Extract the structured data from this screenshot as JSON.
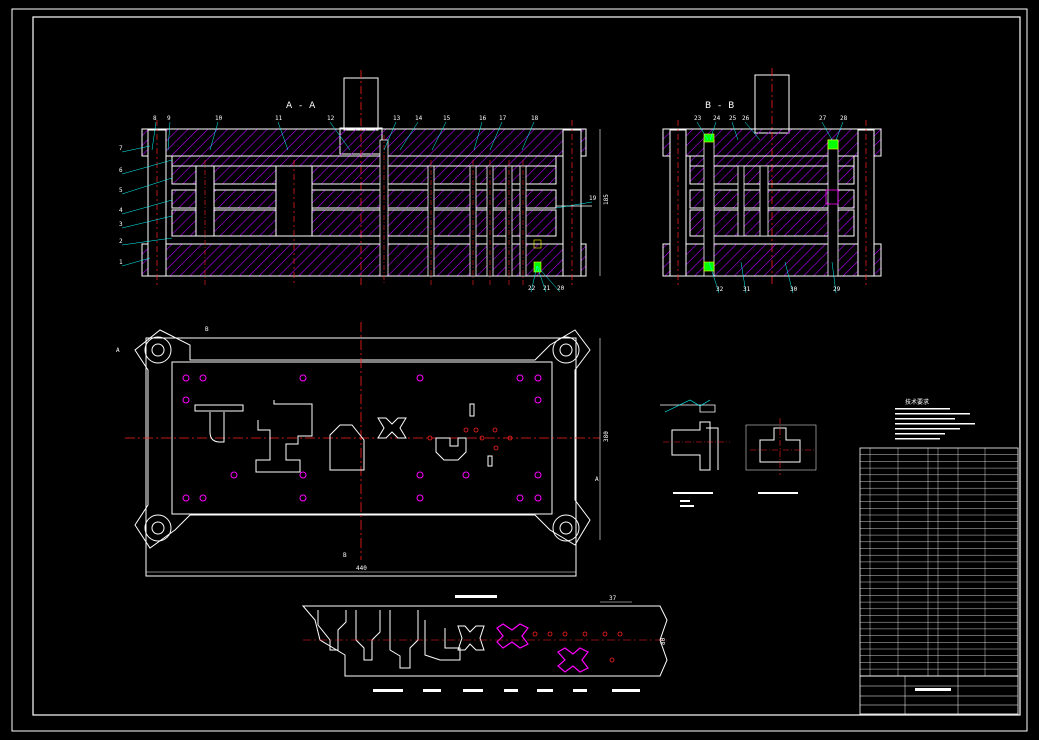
{
  "colors": {
    "background": "#000000",
    "frame": "#ffffff",
    "hatch": "#b400ff",
    "center_line": "#ff2020",
    "outline": "#ffffff",
    "leader": "#00ffff",
    "accent": "#ffff00",
    "green": "#00ff00",
    "magenta": "#ff00ff"
  },
  "views": {
    "section_aa": "A - A",
    "section_bb": "B - B",
    "plan_cut_label_b": "B",
    "plan_cut_label_a": "A"
  },
  "callouts_aa": {
    "top": [
      "8",
      "9",
      "10",
      "11",
      "12",
      "13",
      "14",
      "15",
      "16",
      "17",
      "18"
    ],
    "left": [
      "7",
      "6",
      "5",
      "4",
      "3",
      "2",
      "1"
    ],
    "bottom": [
      "22",
      "21",
      "20"
    ],
    "right": [
      "19"
    ]
  },
  "callouts_bb": {
    "top": [
      "23",
      "24",
      "25",
      "26",
      "27",
      "28"
    ],
    "bottom": [
      "32",
      "31",
      "30",
      "29"
    ]
  },
  "dimensions": {
    "aa_height": "185",
    "plan_width": "440",
    "plan_height": "380",
    "strip_pitch": "37",
    "strip_width": "80"
  },
  "notes_title": "技术要求"
}
